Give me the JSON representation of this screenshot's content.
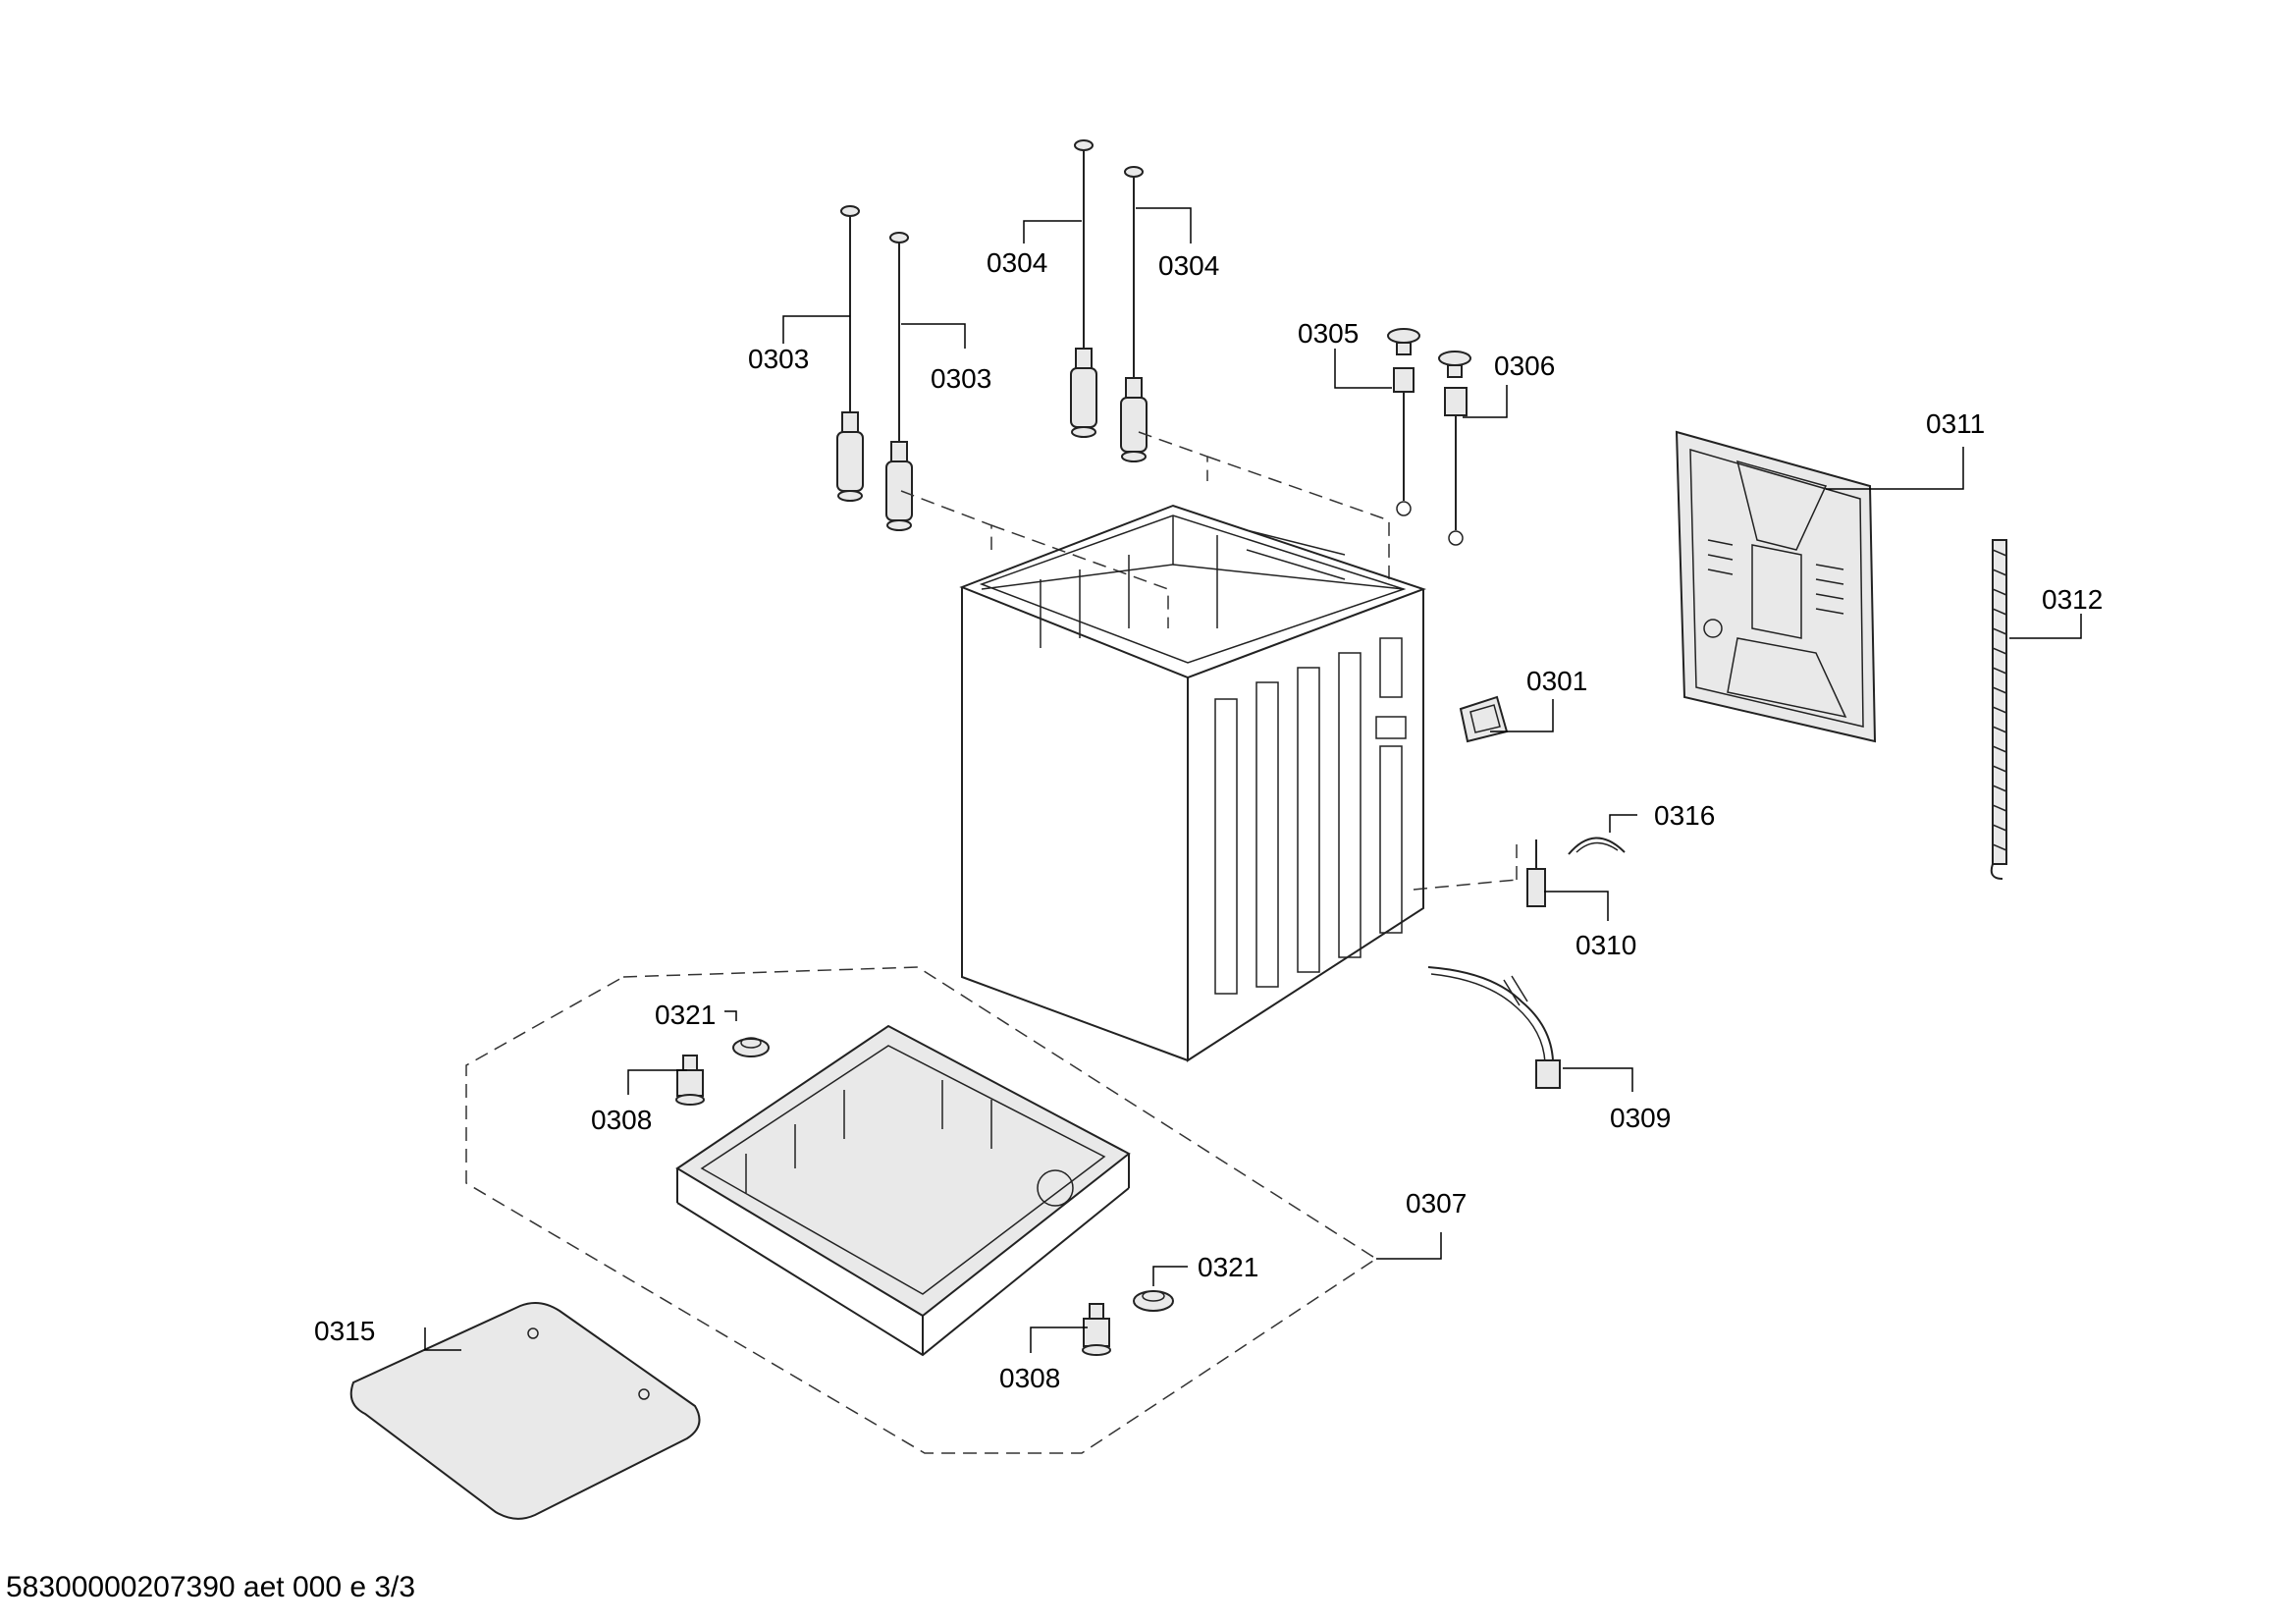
{
  "diagram": {
    "labels": {
      "p0301": "0301",
      "p0303a": "0303",
      "p0303b": "0303",
      "p0304a": "0304",
      "p0304b": "0304",
      "p0305": "0305",
      "p0306": "0306",
      "p0307": "0307",
      "p0308a": "0308",
      "p0308b": "0308",
      "p0309": "0309",
      "p0310": "0310",
      "p0311": "0311",
      "p0312": "0312",
      "p0315": "0315",
      "p0316": "0316",
      "p0321a": "0321",
      "p0321b": "0321"
    },
    "footer": "58300000207390 aet 000 e 3/3"
  }
}
